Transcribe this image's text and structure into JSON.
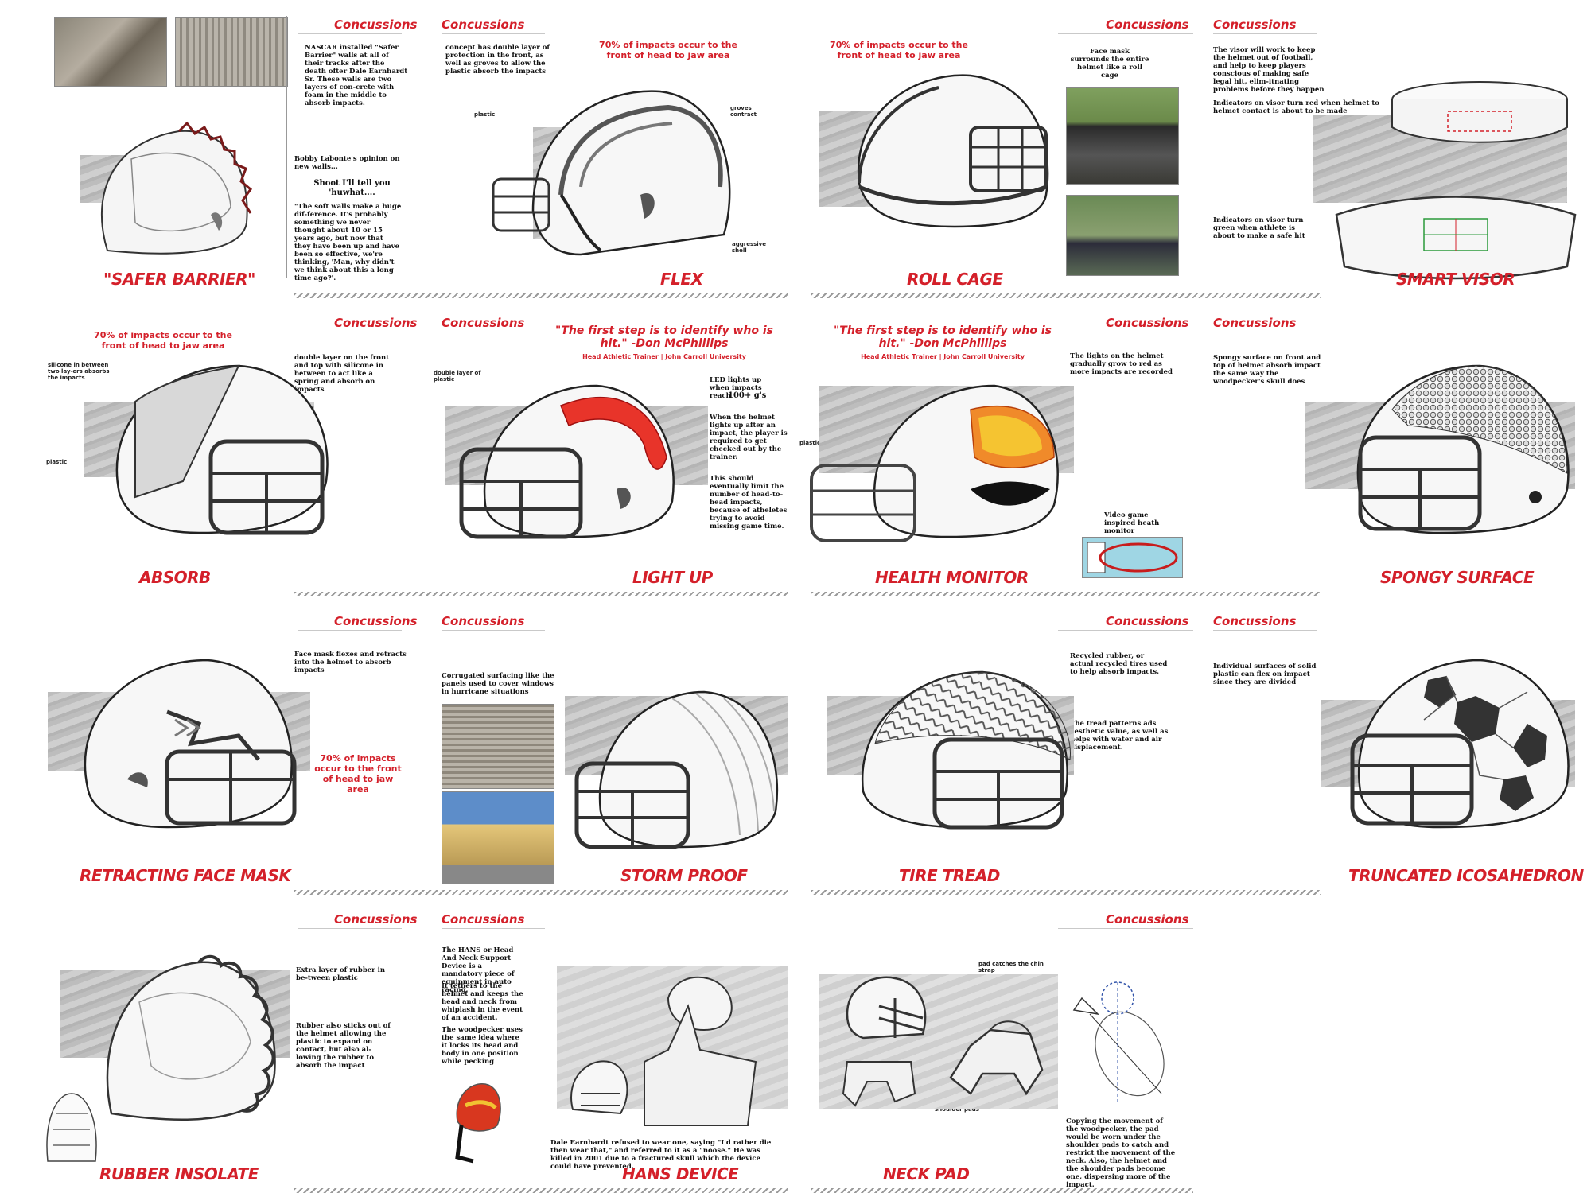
{
  "header_label": "Concussions",
  "concepts": [
    {
      "title": "\"SAFER BARRIER\"",
      "notes": [
        "NASCAR installed \"Safer Barrier\" walls at all of their tracks after the death ofter Dale Earnhardt Sr. These walls are two layers of con-crete with foam in the middle to absorb impacts.",
        "Bobby Labonte's opinion on new walls...",
        "Shoot I'll tell you 'huwhat....",
        "\"The soft walls make a huge dif-ference. It's probably something we never thought about 10 or 15 years ago, but now that they have been up and have been so effective, we're thinking, 'Man, why didn't we think about this a long time ago?'."
      ]
    },
    {
      "title": "FLEX",
      "notes": [
        "concept has double layer of protection in the front, as well as groves to allow the plastic absorb the impacts",
        "plastic",
        "groves contract",
        "aggressive shell"
      ],
      "stat": "70% of impacts occur to the front of head to jaw area"
    },
    {
      "title": "ROLL CAGE",
      "stat": "70% of impacts occur to the front of head to jaw area",
      "notes": [
        "Face mask surrounds the entire helmet like a roll cage"
      ]
    },
    {
      "title": "SMART VISOR",
      "notes": [
        "The visor will work to keep the helmet out of football, and help to keep players conscious of making safe legal hit, elim-itnating problems before they happen",
        "Indicators on visor turn red when helmet to helmet contact is about to be made",
        "Indicators on visor turn green when athlete is about to make a safe hit"
      ]
    },
    {
      "title": "ABSORB",
      "stat": "70% of impacts occur to the front of head to jaw area",
      "notes": [
        "silicone in between two lay-ers absorbs the impacts",
        "double layer on the front and top with silicone in between to act like a spring and absorb on impacts",
        "plastic"
      ]
    },
    {
      "title": "LIGHT UP",
      "quote": "\"The first step is to identify who is hit.\" -Don McPhillips",
      "attribution": "Head Athletic Trainer | John Carroll University",
      "notes": [
        "double layer of plastic",
        "LED lights up when impacts reach",
        "100+ g's",
        "When the helmet lights up after an impact, the player is required to get checked out by the trainer.",
        "This should eventually limit the number of head-to-head impacts, because of atheletes trying to avoid missing game time."
      ]
    },
    {
      "title": "HEALTH MONITOR",
      "quote": "\"The first step is to identify who is hit.\" -Don McPhillips",
      "attribution": "Head Athletic Trainer | John Carroll University",
      "notes": [
        "The lights on the helmet gradually grow to red as more impacts are recorded",
        "plastic",
        "Video game inspired heath monitor"
      ]
    },
    {
      "title": "SPONGY SURFACE",
      "notes": [
        "Spongy surface on front and top of helmet absorb impact the same way the woodpecker's skull does"
      ]
    },
    {
      "title": "RETRACTING FACE MASK",
      "stat": "70% of impacts occur to the front of head to jaw area",
      "notes": [
        "Face mask flexes and retracts into the helmet to absorb impacts"
      ]
    },
    {
      "title": "STORM PROOF",
      "notes": [
        "Corrugated surfacing like the panels used to cover windows in hurricane situations"
      ]
    },
    {
      "title": "TIRE TREAD",
      "notes": [
        "Recycled rubber, or actual recycled tires used to help absorb impacts.",
        "The tread patterns ads aesthetic value, as well as helps with water and air displacement."
      ]
    },
    {
      "title": "TRUNCATED ICOSAHEDRON",
      "notes": [
        "Individual surfaces of solid plastic can flex on impact since they are divided"
      ]
    },
    {
      "title": "RUBBER INSOLATE",
      "notes": [
        "Extra layer of rubber in be-tween plastic",
        "Rubber also sticks out of the helmet allowing the plastic to expand on contact, but also al-lowing the rubber to absorb the impact"
      ]
    },
    {
      "title": "HANS DEVICE",
      "notes": [
        "The HANS or Head And Neck Support Device is a mandatory piece of equipment in auto racing.",
        "It tethers to the helmet and keeps the head and neck from whiplash in the event of an accident.",
        "The woodpecker uses the same idea where it locks its head and body in one position while pecking",
        "Dale Earnhardt refused to wear one, saying \"I'd rather die then wear that,\" and referred to it as a \"noose.\" He was killed in 2001 due to a fractured skull which the device could have prevented."
      ]
    },
    {
      "title": "NECK PAD",
      "notes": [
        "pad catches the chin strap",
        "pad is worn under the shoulder pads",
        "Copying the movement of the woodpecker, the pad would be worn under the shoulder pads to catch and restrict the movement of the neck. Also, the helmet and the shoulder pads become one, dispersing more of the impact."
      ]
    }
  ],
  "colors": {
    "accent": "#d4202a",
    "text": "#111111",
    "sketch": "#333333",
    "bg": "#ffffff"
  }
}
